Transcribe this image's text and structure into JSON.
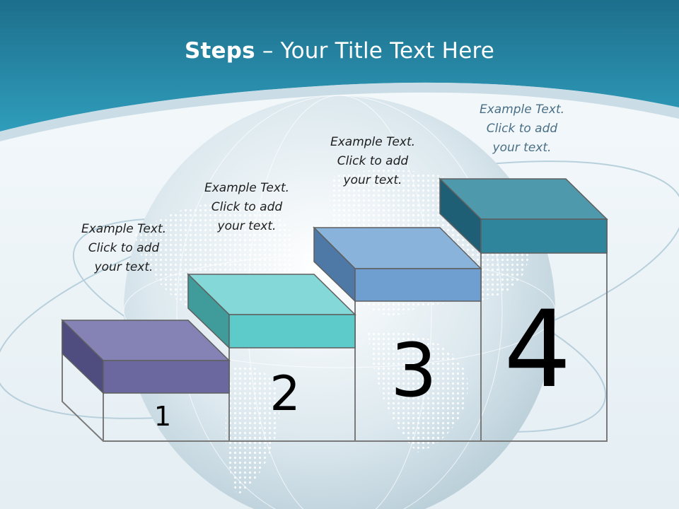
{
  "slide": {
    "title_bold": "Steps",
    "title_dash": " – ",
    "title_rest": "Your Title Text Here"
  },
  "steps": [
    {
      "number": "1",
      "caption": [
        "Example Text.",
        "Click  to add",
        "your text."
      ],
      "top_color": "#6a689e"
    },
    {
      "number": "2",
      "caption": [
        "Example Text.",
        "Click  to add",
        "your text."
      ],
      "top_color": "#5ecbcb"
    },
    {
      "number": "3",
      "caption": [
        "Example Text.",
        "Click  to add",
        "your text."
      ],
      "top_color": "#6f9fd0"
    },
    {
      "number": "4",
      "caption": [
        "Example Text.",
        "Click  to add",
        "your text."
      ],
      "top_color": "#2f859c"
    }
  ],
  "colors": {
    "header_teal": "#237f9c",
    "background": "#eef4f7"
  }
}
